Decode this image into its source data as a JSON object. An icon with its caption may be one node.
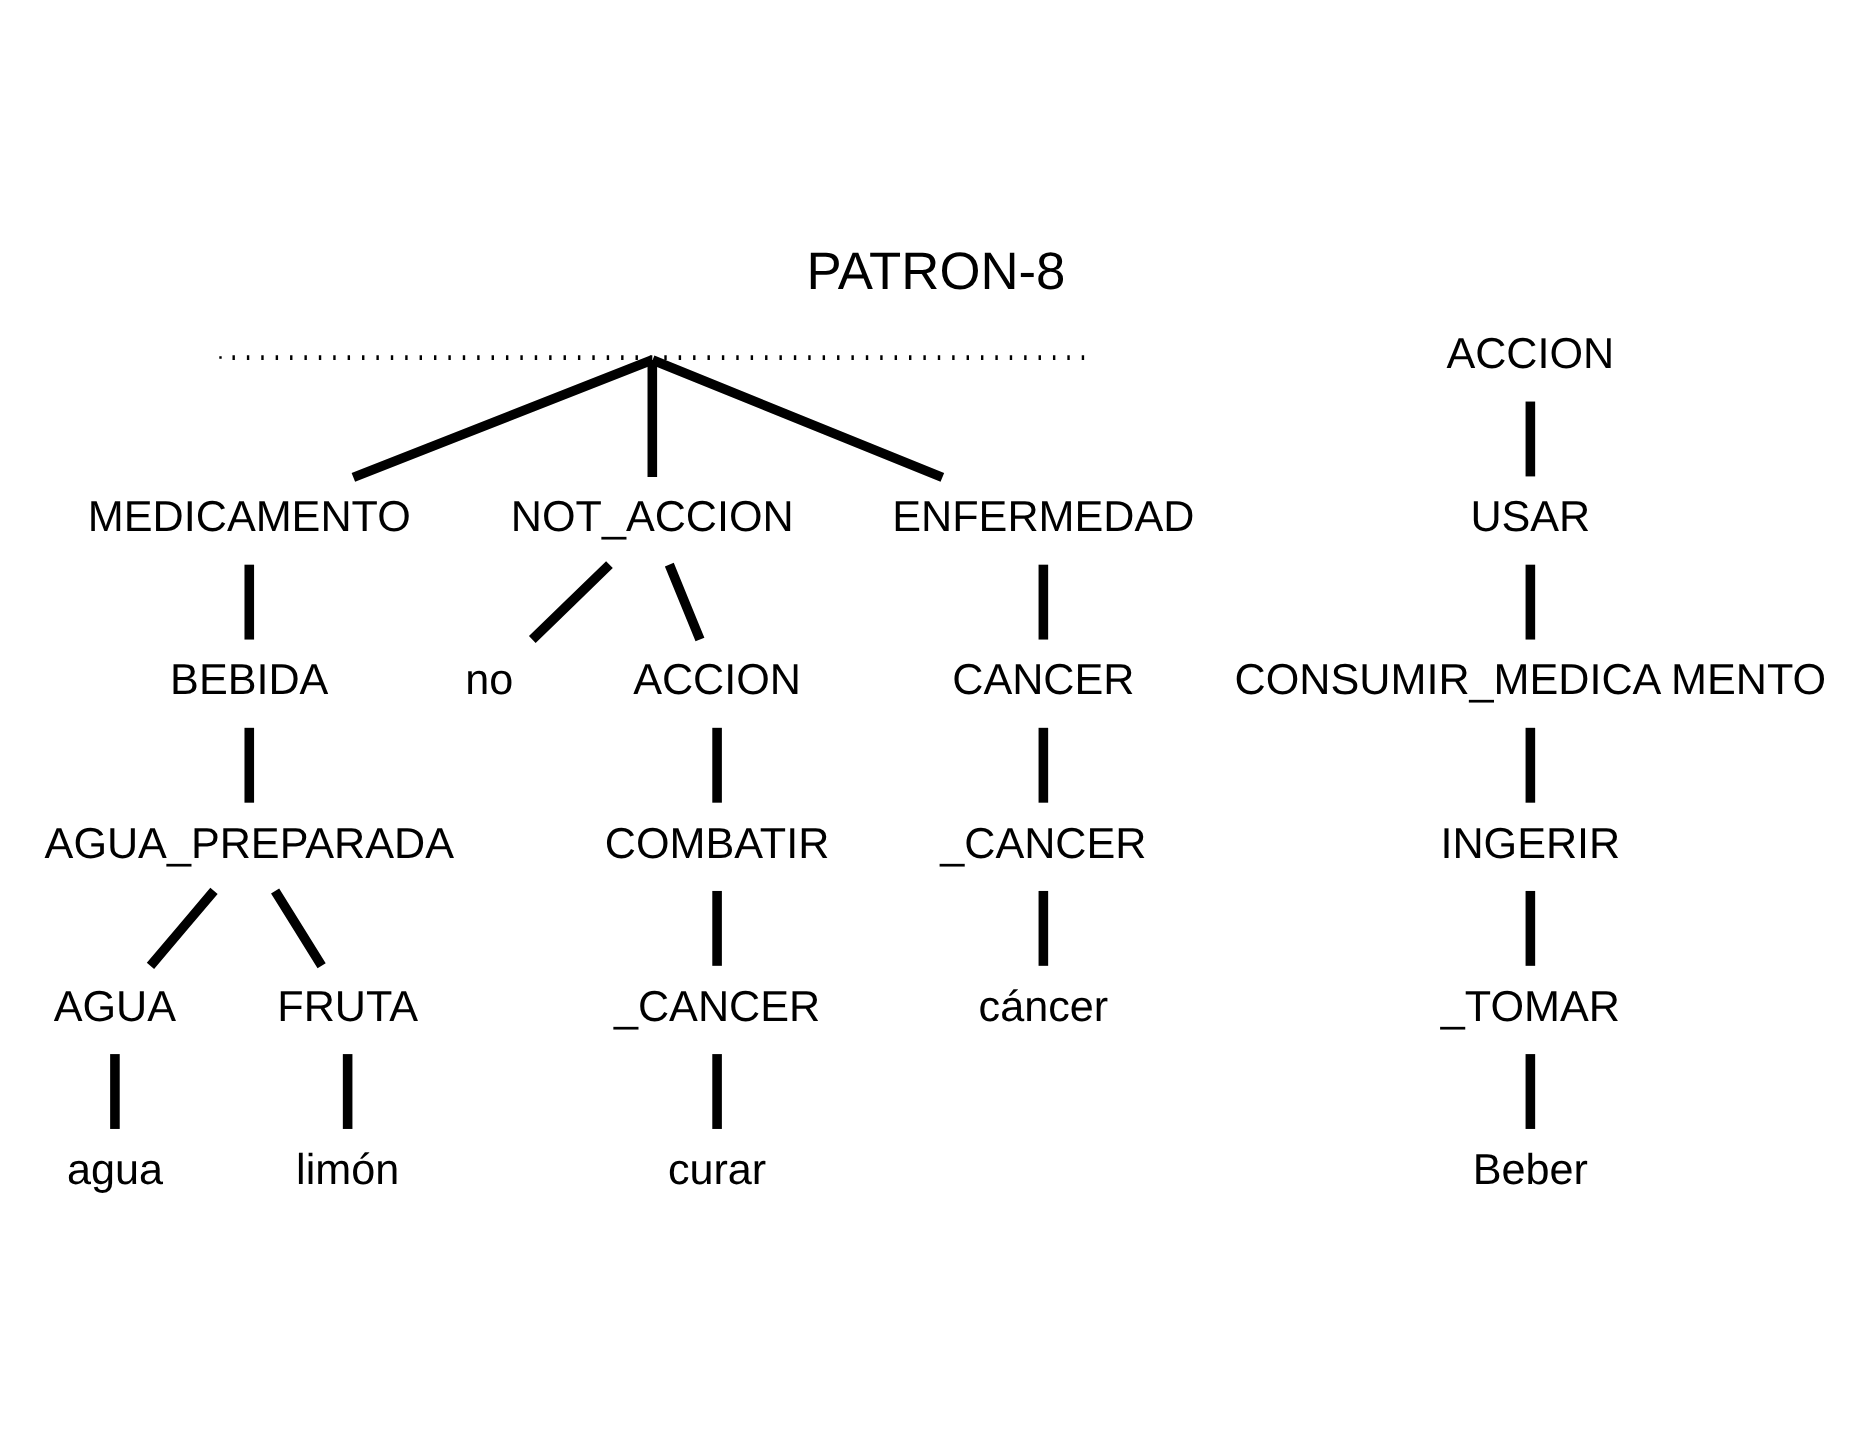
{
  "diagram": {
    "title": "PATRON-8",
    "nodes": [
      {
        "text": [],
        "shape": "bar"
      },
      {
        "text": [
          "ACCION"
        ]
      },
      {
        "text": [
          "USAR"
        ]
      },
      {
        "text": [
          "CONSUMIR_MEDICA MENTO"
        ]
      },
      {
        "text": [
          "INGERIR"
        ]
      },
      {
        "text": [
          "_TOMAR"
        ]
      },
      {
        "text": [
          "Beber"
        ]
      },
      {
        "text": [
          "MEDICAMENTO"
        ]
      },
      {
        "text": [
          "BEBIDA"
        ]
      },
      {
        "text": [
          "AGUA_PREPARADA"
        ]
      },
      {
        "text": [
          "AGUA"
        ]
      },
      {
        "text": [
          "agua"
        ]
      },
      {
        "text": [
          "FRUTA"
        ]
      },
      {
        "text": [
          "limón"
        ]
      },
      {
        "text": [
          "NOT_ACCION"
        ]
      },
      {
        "text": [
          "no"
        ]
      },
      {
        "text": [
          "ACCION"
        ]
      },
      {
        "text": [
          "COMBATIR"
        ]
      },
      {
        "text": [
          "_CANCER"
        ]
      },
      {
        "text": [
          "curar"
        ]
      },
      {
        "text": [
          "ENFERMEDAD"
        ]
      },
      {
        "text": [
          "CANCER"
        ]
      },
      {
        "text": [
          "_CANCER"
        ]
      },
      {
        "text": [
          "cáncer"
        ]
      }
    ],
    "edges": [
      {
        "from": 0,
        "to": 7,
        "arrow": "none"
      },
      {
        "from": 0,
        "to": 14,
        "arrow": "none"
      },
      {
        "from": 0,
        "to": 20,
        "arrow": "none"
      },
      {
        "from": 1,
        "to": 2,
        "arrow": "none"
      },
      {
        "from": 2,
        "to": 3,
        "arrow": "none"
      },
      {
        "from": 3,
        "to": 4,
        "arrow": "none"
      },
      {
        "from": 4,
        "to": 5,
        "arrow": "none"
      },
      {
        "from": 5,
        "to": 6,
        "arrow": "none"
      },
      {
        "from": 7,
        "to": 8,
        "arrow": "none"
      },
      {
        "from": 8,
        "to": 9,
        "arrow": "none"
      },
      {
        "from": 9,
        "to": 10,
        "arrow": "none"
      },
      {
        "from": 9,
        "to": 12,
        "arrow": "none"
      },
      {
        "from": 10,
        "to": 11,
        "arrow": "none"
      },
      {
        "from": 12,
        "to": 13,
        "arrow": "none"
      },
      {
        "from": 14,
        "to": 15,
        "arrow": "none"
      },
      {
        "from": 14,
        "to": 16,
        "arrow": "none"
      },
      {
        "from": 16,
        "to": 17,
        "arrow": "none"
      },
      {
        "from": 17,
        "to": 18,
        "arrow": "none"
      },
      {
        "from": 18,
        "to": 19,
        "arrow": "none"
      },
      {
        "from": 20,
        "to": 21,
        "arrow": "none"
      },
      {
        "from": 21,
        "to": 22,
        "arrow": "none"
      },
      {
        "from": 22,
        "to": 23,
        "arrow": "none"
      }
    ]
  }
}
